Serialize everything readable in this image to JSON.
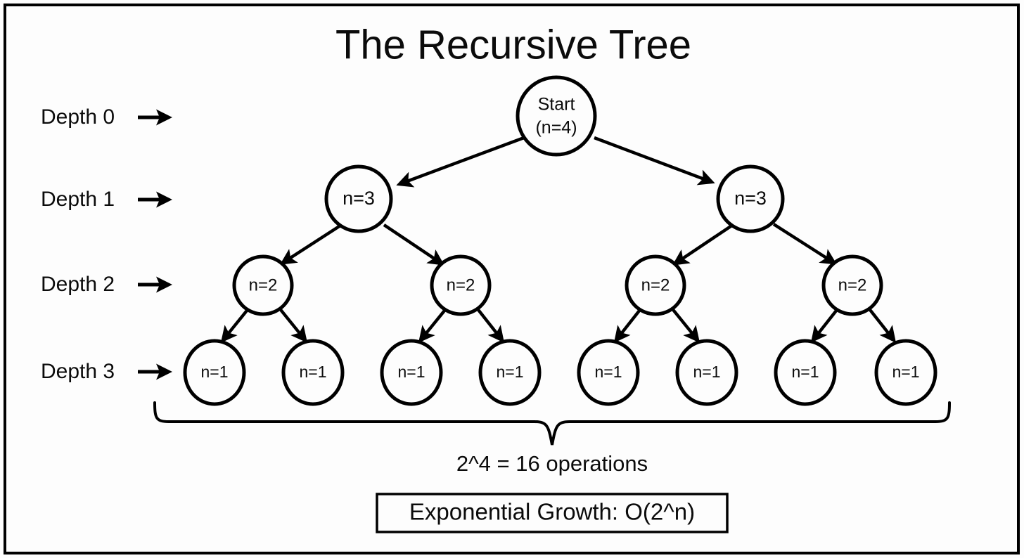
{
  "title": "The Recursive Tree",
  "colors": {
    "background": "#fdfdfd",
    "stroke": "#000000",
    "text": "#0b0b0b",
    "node_fill": "#fdfdfd"
  },
  "depth_labels": [
    {
      "text": "Depth 0",
      "arrow": "right-arrow-icon"
    },
    {
      "text": "Depth 1",
      "arrow": "right-arrow-icon"
    },
    {
      "text": "Depth 2",
      "arrow": "right-arrow-icon"
    },
    {
      "text": "Depth 3",
      "arrow": "right-arrow-icon"
    }
  ],
  "nodes": {
    "root": {
      "line1": "Start",
      "line2": "(n=4)"
    },
    "depth1": [
      {
        "label": "n=3"
      },
      {
        "label": "n=3"
      }
    ],
    "depth2": [
      {
        "label": "n=2"
      },
      {
        "label": "n=2"
      },
      {
        "label": "n=2"
      },
      {
        "label": "n=2"
      }
    ],
    "depth3": [
      {
        "label": "n=1"
      },
      {
        "label": "n=1"
      },
      {
        "label": "n=1"
      },
      {
        "label": "n=1"
      },
      {
        "label": "n=1"
      },
      {
        "label": "n=1"
      },
      {
        "label": "n=1"
      },
      {
        "label": "n=1"
      }
    ]
  },
  "operations_caption": "2^4 = 16 operations",
  "summary_box": {
    "text": "Exponential Growth: O(2^n)"
  },
  "chart_data": {
    "type": "diagram-tree",
    "title": "The Recursive Tree",
    "levels": [
      {
        "depth": 0,
        "label": "Depth 0",
        "node_count": 1,
        "node_values": [
          "Start (n=4)"
        ]
      },
      {
        "depth": 1,
        "label": "Depth 1",
        "node_count": 2,
        "node_values": [
          "n=3",
          "n=3"
        ]
      },
      {
        "depth": 2,
        "label": "Depth 2",
        "node_count": 4,
        "node_values": [
          "n=2",
          "n=2",
          "n=2",
          "n=2"
        ]
      },
      {
        "depth": 3,
        "label": "Depth 3",
        "node_count": 8,
        "node_values": [
          "n=1",
          "n=1",
          "n=1",
          "n=1",
          "n=1",
          "n=1",
          "n=1",
          "n=1"
        ]
      }
    ],
    "total_operations": 16,
    "complexity": "O(2^n)",
    "annotation": "2^4 = 16 operations"
  }
}
